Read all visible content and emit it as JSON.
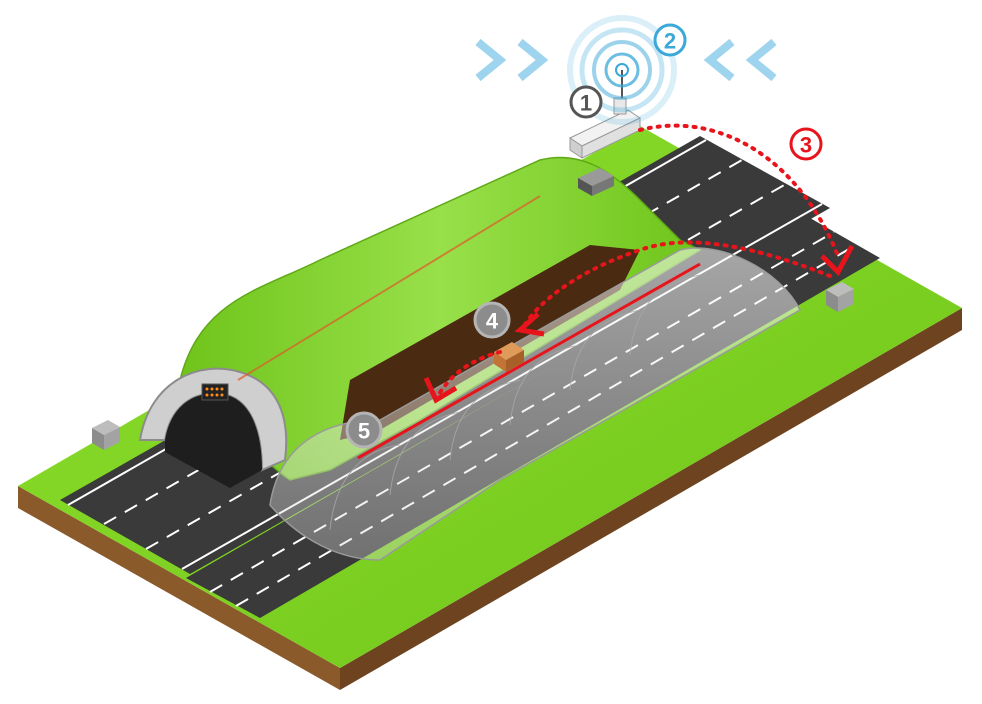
{
  "colors": {
    "grass": "#7ed321",
    "grass_edge": "#5fa816",
    "soil": "#8b5a2b",
    "asphalt": "#3a3a3a",
    "tunnel_green": "#8fd63a",
    "tunnel_dark": "#4a2a10",
    "red_route": "#e8141b",
    "blue_signal": "#3aa8d8",
    "marker_gray": "#8c8c8c",
    "marker_dark": "#555555"
  },
  "markers": [
    {
      "id": "1",
      "label": "1",
      "icon": "antenna-station-icon"
    },
    {
      "id": "2",
      "label": "2",
      "icon": "wireless-signal-icon"
    },
    {
      "id": "3",
      "label": "3",
      "icon": "dotted-route-icon"
    },
    {
      "id": "4",
      "label": "4",
      "icon": "detector-box-icon"
    },
    {
      "id": "5",
      "label": "5",
      "icon": "red-cable-icon"
    }
  ]
}
